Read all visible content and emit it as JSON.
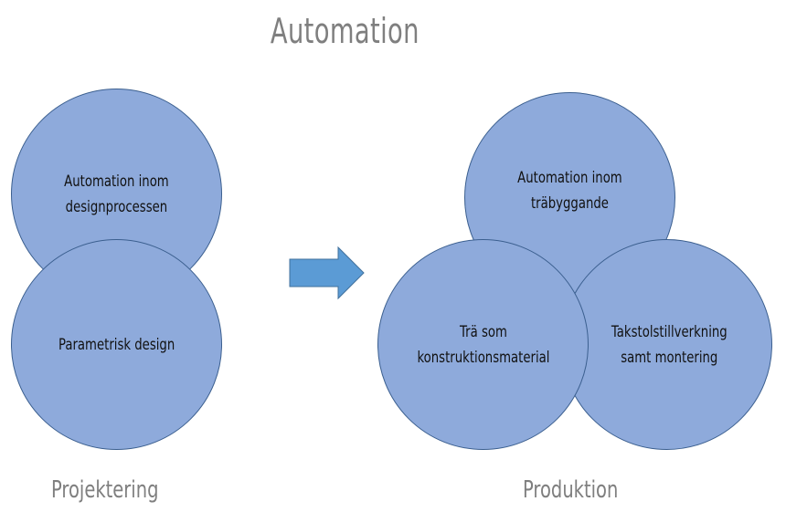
{
  "title": "Automation",
  "left_group": {
    "label": "Projektering",
    "circles": [
      {
        "line1": "Automation inom",
        "line2": "designprocessen"
      },
      {
        "line1": "Parametrisk design",
        "line2": ""
      }
    ]
  },
  "right_group": {
    "label": "Produktion",
    "circles": [
      {
        "line1": "Automation inom",
        "line2": "träbyggande"
      },
      {
        "line1": "Takstolstillverkning",
        "line2": "samt montering"
      },
      {
        "line1": "Trä som",
        "line2": "konstruktionsmaterial"
      }
    ]
  },
  "colors": {
    "circle_fill": "#8eaadb",
    "circle_stroke": "#3b5f8f",
    "arrow_fill": "#5b9bd5",
    "text_gray": "#7f7f7f"
  }
}
